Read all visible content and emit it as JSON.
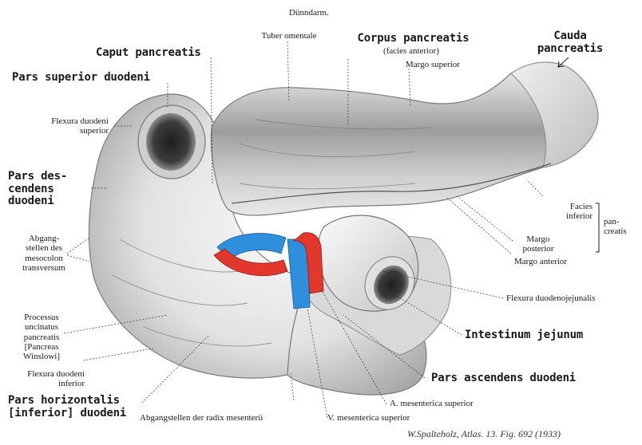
{
  "figure": {
    "title": "Dünndarm.",
    "credit": "W.Spalteholz, Atlas. 13. Fig. 692 (1933)"
  },
  "labels": {
    "tuber_omentale": "Tuber omentale",
    "corpus_pancreatis": "Corpus pancreatis",
    "facies_anterior": "(facies anterior)",
    "cauda_pancreatis": [
      "Cauda",
      "pancreatis"
    ],
    "caput_pancreatis": "Caput pancreatis",
    "margo_superior": "Margo superior",
    "pars_superior_duodeni": "Pars superior duodeni",
    "flexura_duodeni_superior": [
      "Flexura duodeni",
      "superior"
    ],
    "pars_descendens_duodeni": [
      "Pars des-",
      "cendens",
      "duodeni"
    ],
    "abgangstellen_mesocolon": [
      "Abgang-",
      "stellen des",
      "mesocolon",
      "transversum"
    ],
    "facies_inferior": [
      "Facies",
      "inferior"
    ],
    "pancreatis_side": [
      "pan-",
      "creatis"
    ],
    "margo_posterior": [
      "Margo",
      "posterior"
    ],
    "margo_anterior": "Margo anterior",
    "flexura_duodenojejunalis": "Flexura duodenojejunalis",
    "processus_uncinatus": [
      "Processus",
      "uncinatus",
      "pancreatis",
      "[Pancreas",
      "Winslowi]"
    ],
    "intestinum_jejunum": "Intestinum jejunum",
    "flexura_duodeni_inferior": [
      "Flexura duodeni",
      "inferior"
    ],
    "pars_ascendens_duodeni": "Pars ascendens duodeni",
    "pars_horizontalis": [
      "Pars horizontalis",
      "[inferior] duodeni"
    ],
    "a_mesenterica_superior": "A. mesenterica superior",
    "abgangstellen_radix": "Abgangstellen der radix mesenterii",
    "v_mesenterica_superior": "V. mesenterica superior"
  },
  "colors": {
    "artery": "#e2372b",
    "vein": "#2f8fdc",
    "tissue_light": "#f2f2f2",
    "tissue_mid": "#b9b9b9",
    "tissue_dark": "#4a4a4a",
    "leader": "#333333"
  }
}
